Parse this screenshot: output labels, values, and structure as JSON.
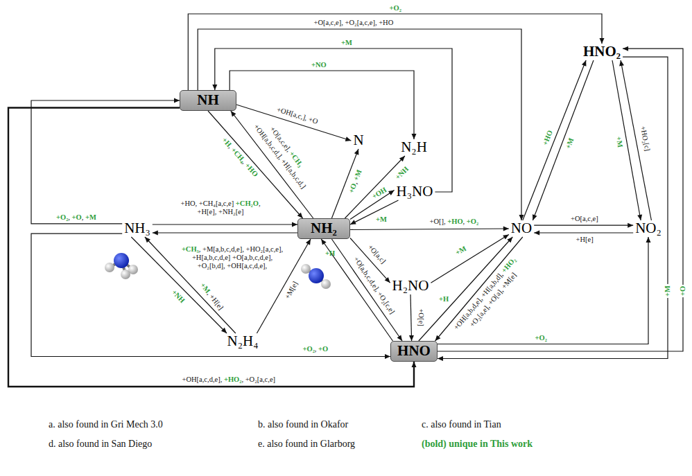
{
  "diagram": {
    "nodes": [
      {
        "text": [
          "NH"
        ]
      },
      {
        "text": [
          "HNO₂"
        ]
      },
      {
        "text": [
          "N"
        ]
      },
      {
        "text": [
          "N₂H"
        ]
      },
      {
        "text": [
          "H₃NO"
        ]
      },
      {
        "text": [
          "NH₃"
        ]
      },
      {
        "text": [
          "NH₂"
        ]
      },
      {
        "text": [
          "NO"
        ]
      },
      {
        "text": [
          "NO₂"
        ]
      },
      {
        "text": [
          "H₂NO"
        ]
      },
      {
        "text": [
          "N₂H₄"
        ]
      },
      {
        "text": [
          "HNO"
        ]
      }
    ],
    "edges": [
      {
        "from": 0,
        "to": 1,
        "arrow": "to",
        "label": "+O₂"
      },
      {
        "from": 0,
        "to": 7,
        "arrow": "to",
        "label": "+O[a,c,e], +O₂[a,c,e], +HO"
      },
      {
        "from": 4,
        "to": 0,
        "arrow": "to",
        "label": "+M"
      },
      {
        "from": 0,
        "to": 3,
        "arrow": "to",
        "label": "+NO"
      },
      {
        "from": 0,
        "to": 2,
        "arrow": "to",
        "label": "+OH[a,c,], +O"
      },
      {
        "from": 0,
        "to": 6,
        "arrow": "to",
        "label": "+H, +CH₄, +HO"
      },
      {
        "from": 6,
        "to": 0,
        "arrow": "to",
        "label": "+OH[a,b,c,d,], +H[a,b,c,d,]"
      },
      {
        "from": 6,
        "to": 2,
        "arrow": "to",
        "label": "+O, +M"
      },
      {
        "from": 6,
        "to": 3,
        "arrow": "to",
        "label": "+NH"
      },
      {
        "from": 6,
        "to": 4,
        "arrow": "to",
        "label": "+OH"
      },
      {
        "from": 4,
        "to": 6,
        "arrow": "to",
        "label": "+M"
      },
      {
        "from": 6,
        "to": 7,
        "arrow": "to",
        "label": "+O[], +HO, +O₂"
      },
      {
        "from": 6,
        "to": 9,
        "arrow": "to",
        "label": "+O[a,c]"
      },
      {
        "from": 11,
        "to": 6,
        "arrow": "to",
        "label": "+H"
      },
      {
        "from": 6,
        "to": 11,
        "arrow": "to",
        "label": "+O[a,b,c,d,e], +O₂[c,e]"
      },
      {
        "from": 9,
        "to": 11,
        "arrow": "to",
        "label": "+O[e]"
      },
      {
        "from": 9,
        "to": 7,
        "arrow": "to",
        "label": "+M"
      },
      {
        "from": 11,
        "to": 7,
        "arrow": "to",
        "label": "+OH[a,b,d,e], +H[a,b,d], +HO₂"
      },
      {
        "from": 7,
        "to": 11,
        "arrow": "to",
        "label": "+H"
      },
      {
        "from": 1,
        "to": 7,
        "arrow": "to",
        "label": "+M"
      },
      {
        "from": 7,
        "to": 1,
        "arrow": "to",
        "label": "+HO"
      },
      {
        "from": 1,
        "to": 8,
        "arrow": "to",
        "label": "+M"
      },
      {
        "from": 8,
        "to": 1,
        "arrow": "to",
        "label": "+HO₂[c]"
      },
      {
        "from": 7,
        "to": 8,
        "arrow": "to",
        "label": "+O[a,c,e]"
      },
      {
        "from": 8,
        "to": 7,
        "arrow": "to",
        "label": "+H[e]"
      },
      {
        "from": 11,
        "to": 8,
        "arrow": "to",
        "label": "+O₂"
      },
      {
        "from": 11,
        "to": 1,
        "arrow": "to",
        "label": "+O"
      },
      {
        "from": 1,
        "to": 11,
        "arrow": "to",
        "label": "+M"
      },
      {
        "from": 5,
        "to": 6,
        "arrow": "to",
        "label": "+HO, +CH₄[a,c,e] +CH₂O, +H[e], +NH₂[e]"
      },
      {
        "from": 6,
        "to": 5,
        "arrow": "to",
        "label": "+CH₃, +M[a,b,c,d,e], +HO₂[a,c,e], +H[a,b,c,d,e] +O[a,b,c,d,e], +O₂[b,d], +OH[a,c,d,e],"
      },
      {
        "from": 10,
        "to": 5,
        "arrow": "to",
        "label": "+M, +H[e]"
      },
      {
        "from": 5,
        "to": 10,
        "arrow": "to",
        "label": "+NH"
      },
      {
        "from": 10,
        "to": 6,
        "arrow": "to",
        "label": "+M[e]"
      },
      {
        "from": 5,
        "to": 0,
        "arrow": "to",
        "label": "+O₂, +O, +M"
      },
      {
        "from": 5,
        "to": 11,
        "arrow": "to",
        "label": "+O₂, +O"
      },
      {
        "from": 0,
        "to": 11,
        "arrow": "to",
        "label": "+OH[a,c,d,e], +HO₂, +O₂[a,c,e]"
      }
    ],
    "labels": [
      "+O[a,c,e], +CH₃",
      "+O₂[a,e], +O[a], +M[e]",
      "a. also found in Gri Mech 3.0",
      "b. also found in Okafor",
      "c. also found in Tian",
      "d. also found in San Diego",
      "e. also found in Glarborg",
      "(bold) unique in This work"
    ]
  }
}
